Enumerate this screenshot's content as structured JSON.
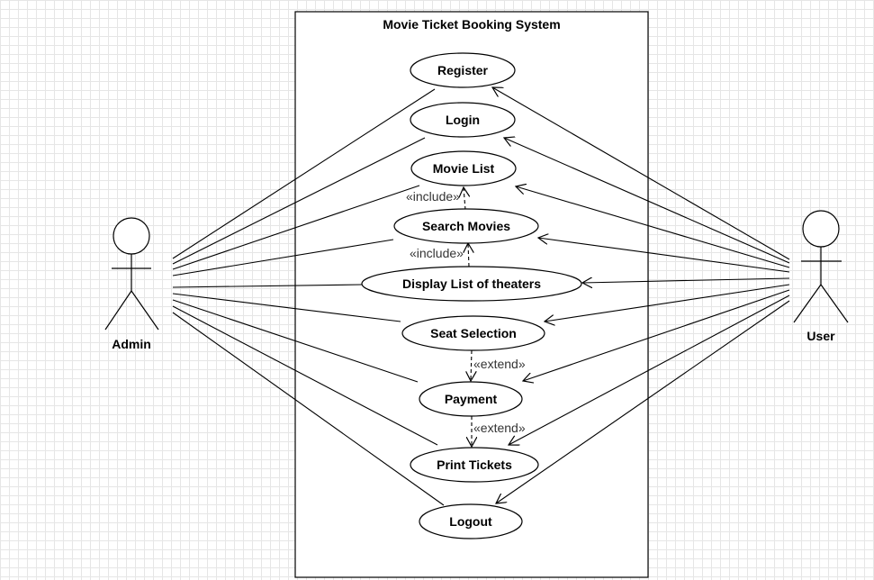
{
  "system": {
    "title": "Movie Ticket Booking System"
  },
  "actors": {
    "admin": {
      "label": "Admin"
    },
    "user": {
      "label": "User"
    }
  },
  "use_cases": {
    "register": "Register",
    "login": "Login",
    "movie_list": "Movie List",
    "search_movies": "Search Movies",
    "display_theaters": "Display List of theaters",
    "seat_selection": "Seat Selection",
    "payment": "Payment",
    "print_tickets": "Print Tickets",
    "logout": "Logout"
  },
  "relations": {
    "include_1": "«include»",
    "include_2": "«include»",
    "extend_1": "«extend»",
    "extend_2": "«extend»"
  }
}
